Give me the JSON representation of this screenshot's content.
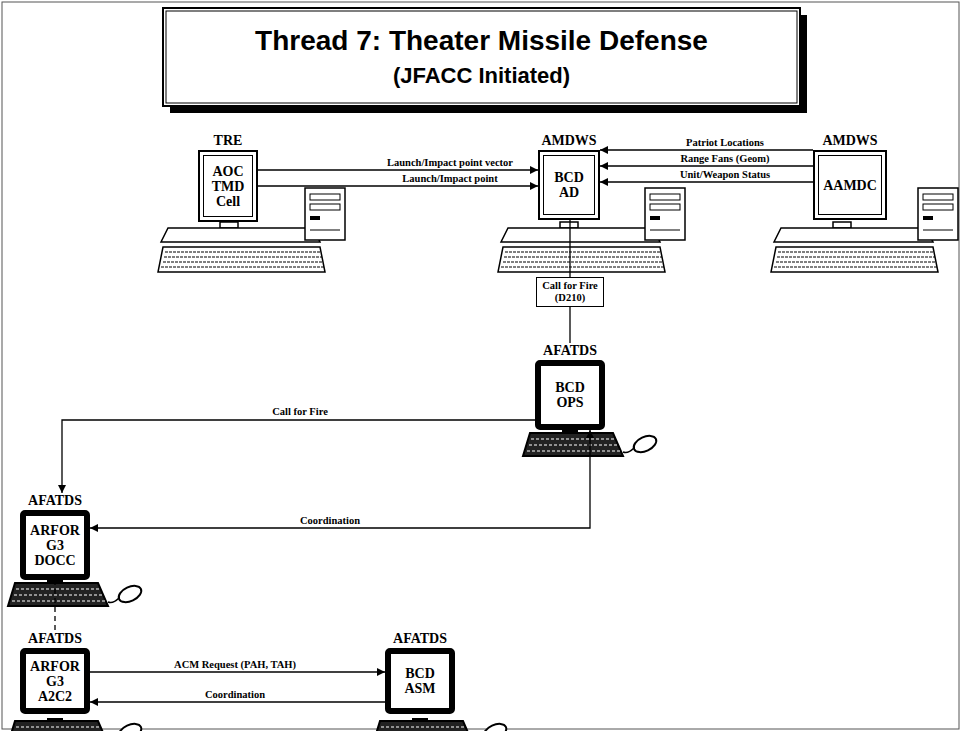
{
  "diagram": {
    "title": "Thread 7: Theater Missile Defense",
    "nodes": [
      {
        "text": [
          "TRE",
          "AOC TMD Cell"
        ]
      },
      {
        "text": [
          "AMDWS",
          "BCD AD"
        ]
      },
      {
        "text": [
          "AMDWS",
          "AAMDC"
        ]
      },
      {
        "text": [
          "AFATDS",
          "BCD OPS"
        ]
      },
      {
        "text": [
          "AFATDS",
          "ARFOR G3 DOCC"
        ]
      },
      {
        "text": [
          "AFATDS",
          "ARFOR G3 A2C2"
        ]
      },
      {
        "text": [
          "AFATDS",
          "BCD ASM"
        ]
      }
    ],
    "edges": [
      {
        "from": 0,
        "to": 1,
        "arrow": "to",
        "label": "Launch/Impact point vector"
      },
      {
        "from": 0,
        "to": 1,
        "arrow": "to",
        "label": "Launch/Impact point"
      },
      {
        "from": 2,
        "to": 1,
        "arrow": "to",
        "label": "Patriot Locations"
      },
      {
        "from": 2,
        "to": 1,
        "arrow": "to",
        "label": "Range Fans (Geom)"
      },
      {
        "from": 2,
        "to": 1,
        "arrow": "to",
        "label": "Unit/Weapon Status"
      },
      {
        "from": 1,
        "to": 3,
        "arrow": "none",
        "label": "Call for Fire (D210)"
      },
      {
        "from": 3,
        "to": 4,
        "arrow": "to",
        "label": "Call for Fire"
      },
      {
        "from": 4,
        "to": 3,
        "arrow": "both",
        "label": "Coordination"
      },
      {
        "from": 4,
        "to": 5,
        "arrow": "none"
      },
      {
        "from": 5,
        "to": 6,
        "arrow": "to",
        "label": "ACM Request (PAH, TAH)"
      },
      {
        "from": 6,
        "to": 5,
        "arrow": "to",
        "label": "Coordination"
      }
    ],
    "labels": [
      "(JFACC Initiated)"
    ]
  }
}
